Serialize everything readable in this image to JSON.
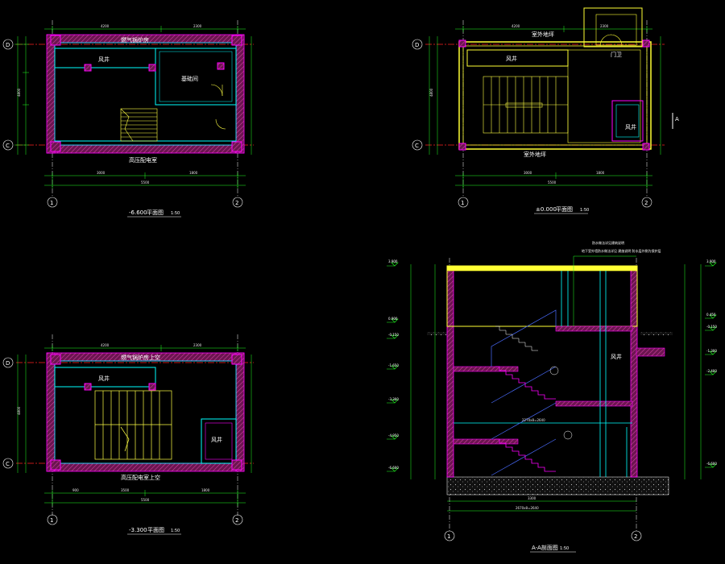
{
  "colors": {
    "background": "#000000",
    "wall": "#ff00ff",
    "wall_fill": "#9b1f6a",
    "partition": "#00ffff",
    "dimension": "#22ff22",
    "axis": "#ff2222",
    "stair": "#ffff44",
    "text": "#ffffff",
    "roof": "#ffff33",
    "section_line": "#4a6cff"
  },
  "plans": {
    "p1": {
      "title": "-6.600",
      "scale_word": "平面图",
      "scale": "1:50",
      "axis_left": "1",
      "axis_right": "2",
      "axis_top": "D",
      "axis_bottom": "C",
      "room_top": "燃气锅炉房",
      "room_shaft": "风井",
      "room_right": "基础间",
      "room_bottom": "高压配电室"
    },
    "p2": {
      "title": "±0.000",
      "scale_word": "平面图",
      "scale": "1:50",
      "axis_left": "1",
      "axis_right": "2",
      "axis_top": "D",
      "axis_bottom": "C",
      "room_top": "室外地坪",
      "room_shaft": "风井",
      "room_bottom": "室外地坪",
      "room_corner": "风井",
      "room_door": "门卫",
      "section_mark": "A"
    },
    "p3": {
      "title": "-3.300",
      "scale_word": "平面图",
      "scale": "1:50",
      "axis_left": "1",
      "axis_right": "2",
      "axis_top": "D",
      "axis_bottom": "C",
      "room_top": "燃气锅炉房上空",
      "room_shaft": "风井",
      "room_right": "风井",
      "room_bottom": "高压配电室上空"
    },
    "section": {
      "title": "A-A剖面图",
      "scale": "1:50",
      "axis_left": "1",
      "axis_right": "2",
      "room_shaft": "风井",
      "note": "防水做法详见建筑说明",
      "note2": "地下室外墙防水做法详见 建施说明 防水层外侧为保护层"
    }
  }
}
